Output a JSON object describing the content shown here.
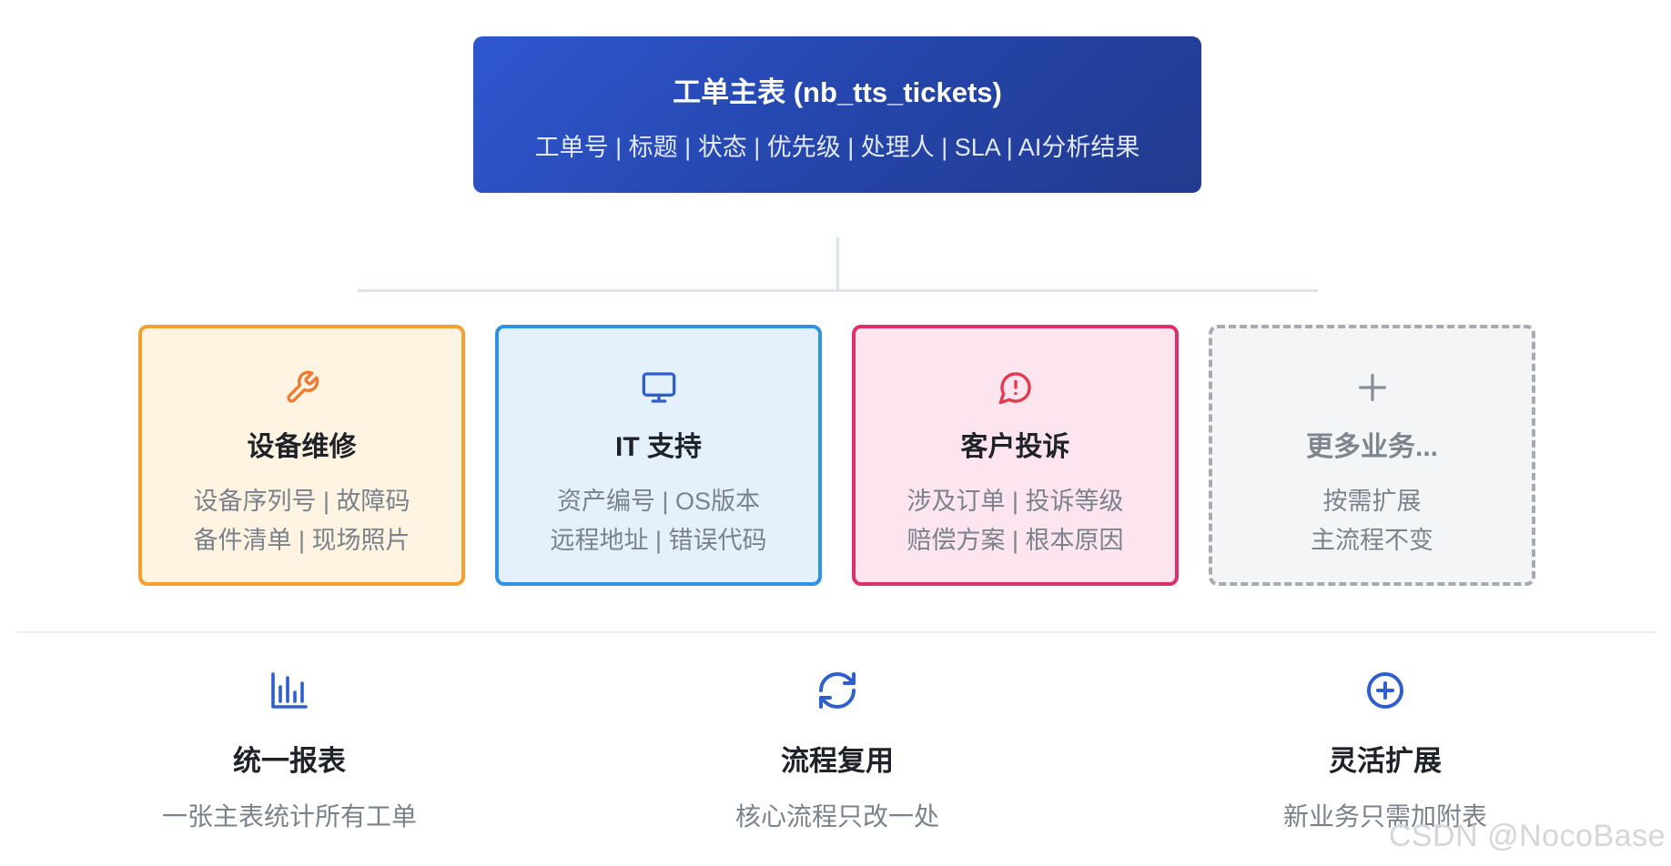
{
  "main_table": {
    "title": "工单主表 (nb_tts_tickets)",
    "fields": "工单号 | 标题 | 状态 | 优先级 | 处理人 | SLA | AI分析结果",
    "colors": [
      "#2f57d0",
      "#233b8e"
    ]
  },
  "cards": [
    {
      "icon": "wrench-icon",
      "title": "设备维修",
      "line1": "设备序列号 | 故障码",
      "line2": "备件清单 | 现场照片",
      "accent": "#f5a02e",
      "icon_color": "#ee7a2f"
    },
    {
      "icon": "monitor-icon",
      "title": "IT 支持",
      "line1": "资产编号 | OS版本",
      "line2": "远程地址 | 错误代码",
      "accent": "#2f93e3",
      "icon_color": "#2f5fce"
    },
    {
      "icon": "alert-message-icon",
      "title": "客户投诉",
      "line1": "涉及订单 | 投诉等级",
      "line2": "赔偿方案 | 根本原因",
      "accent": "#de2e6c",
      "icon_color": "#e23b4e"
    },
    {
      "icon": "plus-icon",
      "title": "更多业务...",
      "line1": "按需扩展",
      "line2": "主流程不变",
      "accent": "#a7aaae",
      "icon_color": "#8a9099"
    }
  ],
  "features": [
    {
      "icon": "bar-chart-icon",
      "title": "统一报表",
      "desc": "一张主表统计所有工单"
    },
    {
      "icon": "refresh-icon",
      "title": "流程复用",
      "desc": "核心流程只改一处"
    },
    {
      "icon": "plus-circle-icon",
      "title": "灵活扩展",
      "desc": "新业务只需加附表"
    }
  ],
  "feature_icon_color": "#2f5fce",
  "watermark": "CSDN @NocoBase"
}
